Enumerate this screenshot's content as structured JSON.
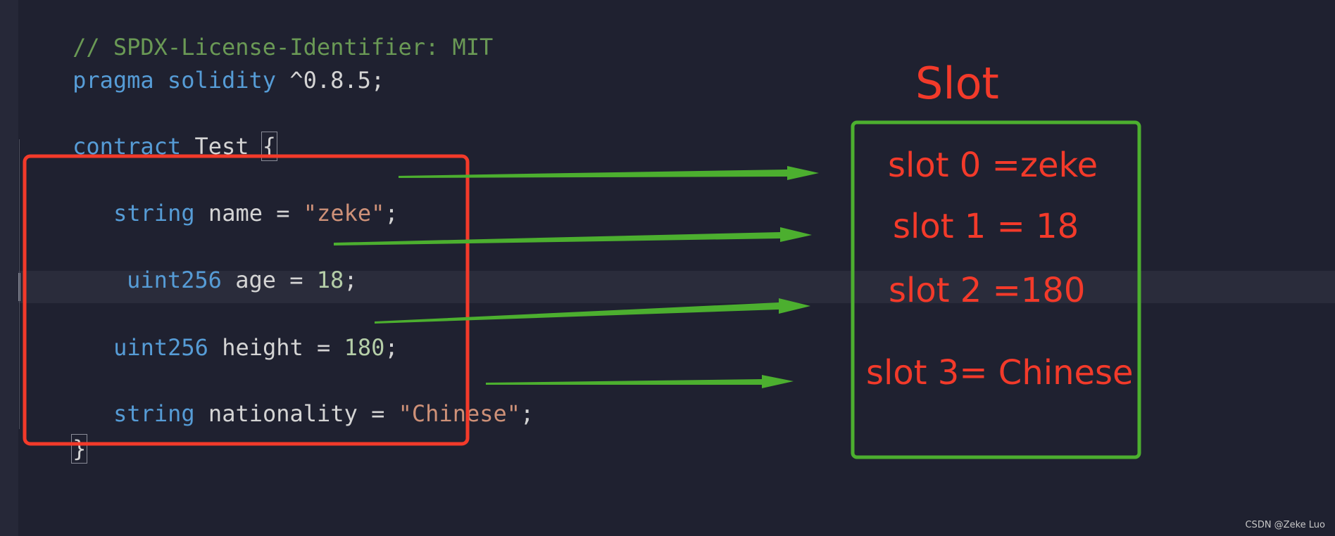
{
  "code": {
    "line1": {
      "comment": "// SPDX-License-Identifier: MIT"
    },
    "line2": {
      "kw1": "pragma",
      "kw2": "solidity",
      "version": " ^0.8.5;"
    },
    "line3": {
      "kw": "contract",
      "name": " Test ",
      "brace": "{"
    },
    "line4": {
      "type": "string",
      "rest": " name = ",
      "value": "\"zeke\"",
      "end": ";"
    },
    "line5": {
      "type": "uint256",
      "rest": " age = ",
      "value": "18",
      "end": ";"
    },
    "line6": {
      "type": "uint256",
      "rest": " height = ",
      "value": "180",
      "end": ";"
    },
    "line7": {
      "type": "string",
      "rest": " nationality = ",
      "value": "\"Chinese\"",
      "end": ";"
    },
    "line8": {
      "brace": "}"
    }
  },
  "annotation": {
    "title": "Slot",
    "slots": [
      {
        "text": "slot 0 =zeke"
      },
      {
        "text": "slot 1 = 18"
      },
      {
        "text": "slot 2 =180"
      },
      {
        "text": "slot 3= Chinese"
      }
    ],
    "colors": {
      "left_box": "#f33a2a",
      "right_box": "#4caf2f",
      "arrows": "#4caf2f",
      "text": "#f33a2a"
    }
  },
  "watermark": "CSDN @Zeke Luo"
}
